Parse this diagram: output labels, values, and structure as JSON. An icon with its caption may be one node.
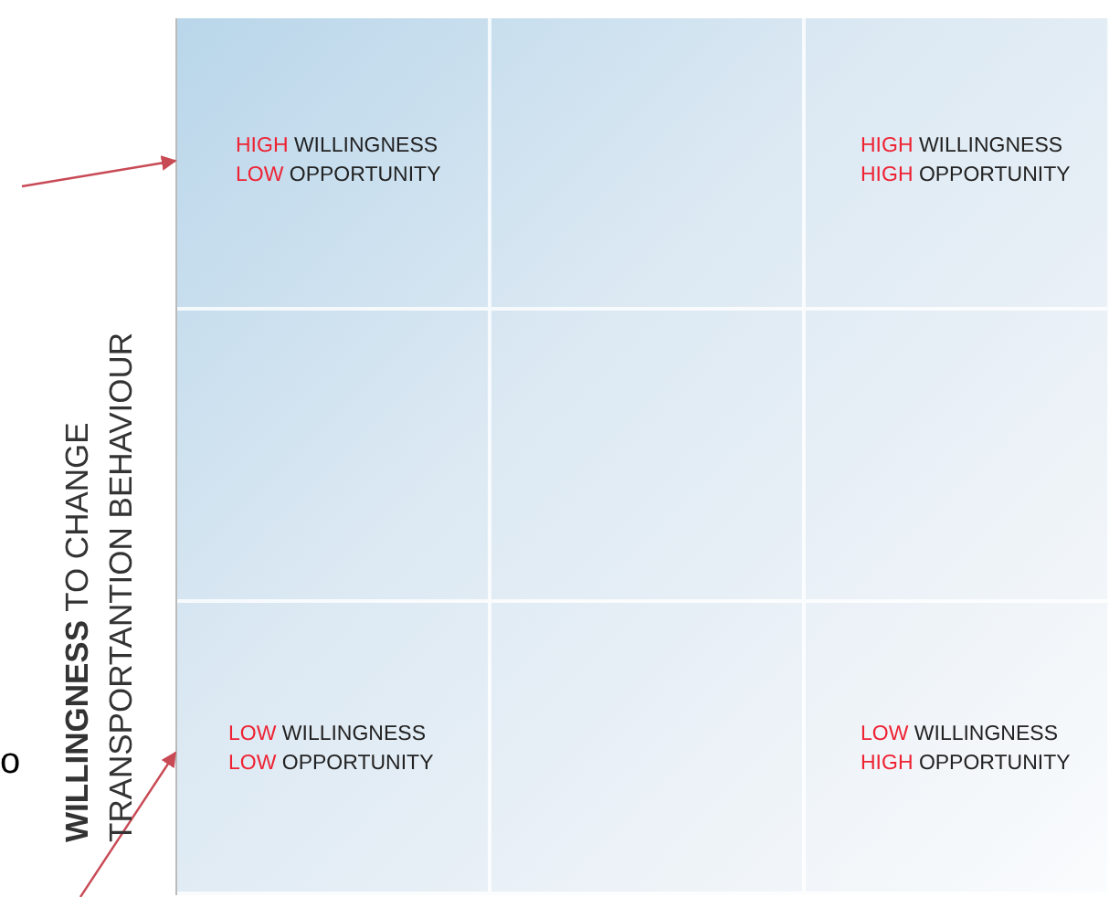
{
  "diagram": {
    "nodes": [
      {
        "text": [
          "HIGH WILLINGNESS",
          "LOW OPPORTUNITY"
        ]
      },
      {
        "text": [],
        "shape": "box"
      },
      {
        "text": [
          "HIGH WILLINGNESS",
          "HIGH OPPORTUNITY"
        ]
      },
      {
        "text": [],
        "shape": "box"
      },
      {
        "text": [],
        "shape": "box"
      },
      {
        "text": [],
        "shape": "box"
      },
      {
        "text": [
          "LOW WILLINGNESS",
          "LOW OPPORTUNITY"
        ]
      },
      {
        "text": [],
        "shape": "box"
      },
      {
        "text": [
          "LOW WILLINGNESS",
          "HIGH OPPORTUNITY"
        ]
      }
    ],
    "edges": [
      {
        "from": null,
        "to": 0,
        "arrow": "to"
      },
      {
        "from": null,
        "to": 6,
        "arrow": "to"
      }
    ],
    "labels": [
      "**WILLINGNESS** TO CHANGE TRANSPORTANTION BEHAVIOUR",
      "o"
    ]
  }
}
